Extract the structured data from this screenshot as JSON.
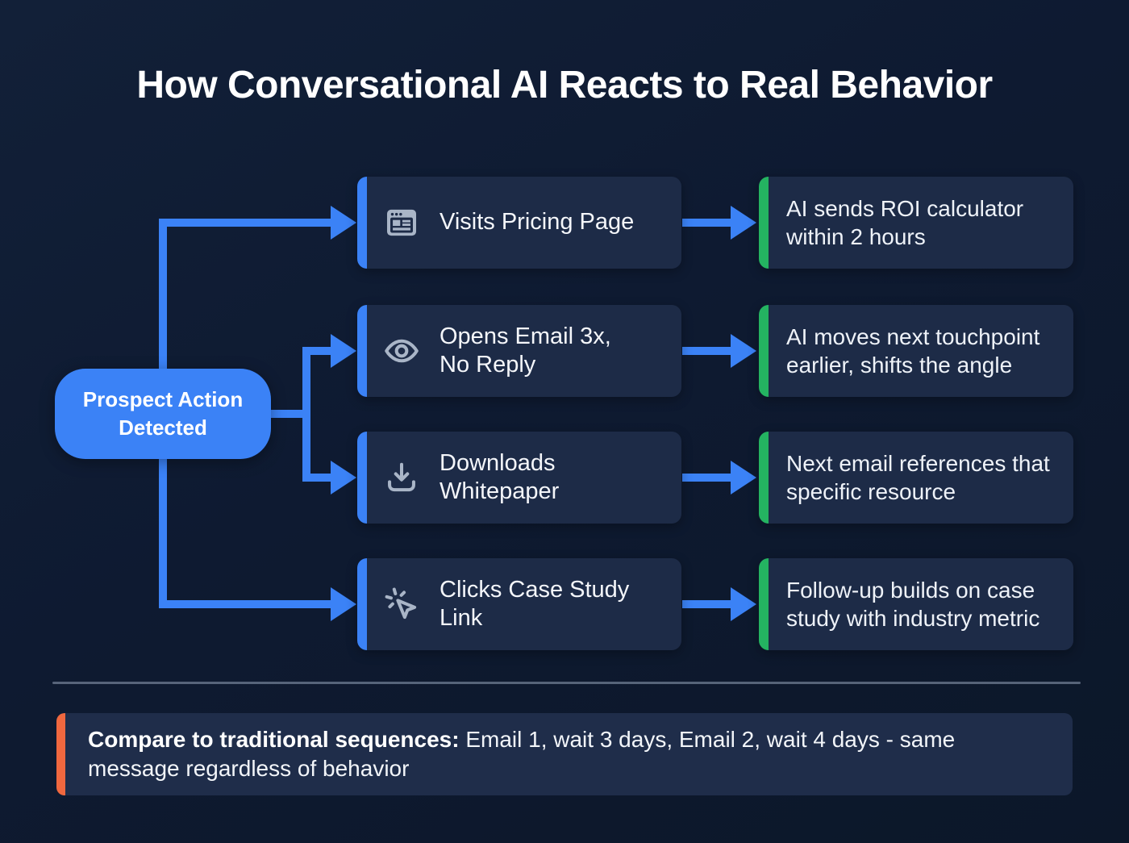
{
  "page": {
    "title": "How Conversational AI Reacts to Real Behavior"
  },
  "colors": {
    "background": "#0e1a31",
    "card": "#1d2b47",
    "accent_blue": "#3b82f6",
    "accent_green": "#24b361",
    "accent_orange": "#f0683f",
    "icon": "#a9b5c7",
    "divider": "#94a3b8"
  },
  "root_node": {
    "label": "Prospect Action\nDetected"
  },
  "rows": [
    {
      "icon": "browser-window-icon",
      "trigger": "Visits Pricing Page",
      "response": "AI sends ROI calculator within 2 hours"
    },
    {
      "icon": "eye-icon",
      "trigger": "Opens Email 3x,\nNo Reply",
      "response": "AI moves next touchpoint earlier, shifts the angle"
    },
    {
      "icon": "download-icon",
      "trigger": "Downloads\nWhitepaper",
      "response": "Next email references that specific resource"
    },
    {
      "icon": "cursor-click-icon",
      "trigger": "Clicks Case Study\nLink",
      "response": "Follow-up builds on case study with industry metric"
    }
  ],
  "footnote": {
    "lead": "Compare to traditional sequences:",
    "rest": " Email 1, wait 3 days, Email 2, wait 4 days - same message regardless of behavior"
  }
}
